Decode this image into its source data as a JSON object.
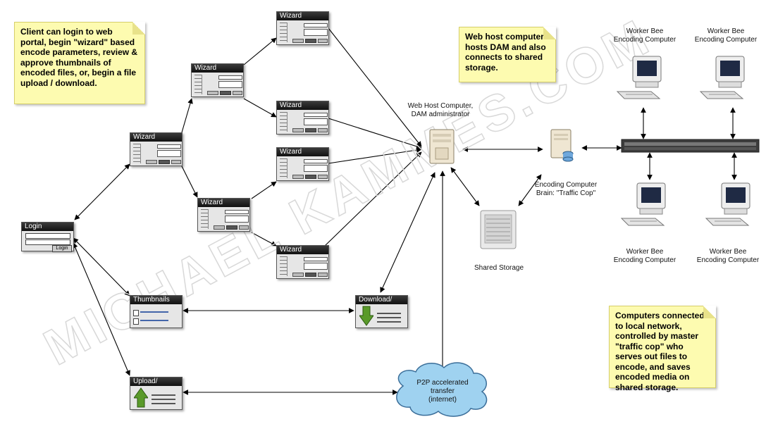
{
  "notes": {
    "client": "Client can login to web portal, begin \"wizard\" based encode parameters, review & approve thumbnails of encoded files, or, begin a file upload / download.",
    "webhost": "Web host computer hosts DAM and also connects to shared storage.",
    "network": "Computers connected to local network, controlled by master \"traffic cop\" who serves out files to encode, and saves encoded media on shared storage."
  },
  "windows": {
    "login": {
      "title": "Login",
      "button": "Login"
    },
    "wizard": "Wizard",
    "thumbnails": "Thumbnails",
    "download": "Download/",
    "upload": "Upload/"
  },
  "labels": {
    "webhost": "Web Host Computer,\nDAM administrator",
    "encoding": "Encoding Computer\nBrain: \"Traffic Cop\"",
    "shared": "Shared Storage",
    "worker": "Worker Bee\nEncoding Computer",
    "p2p": "P2P accelerated\ntransfer\n(internet)"
  },
  "watermark": "MICHAEL KAMMES.COM"
}
